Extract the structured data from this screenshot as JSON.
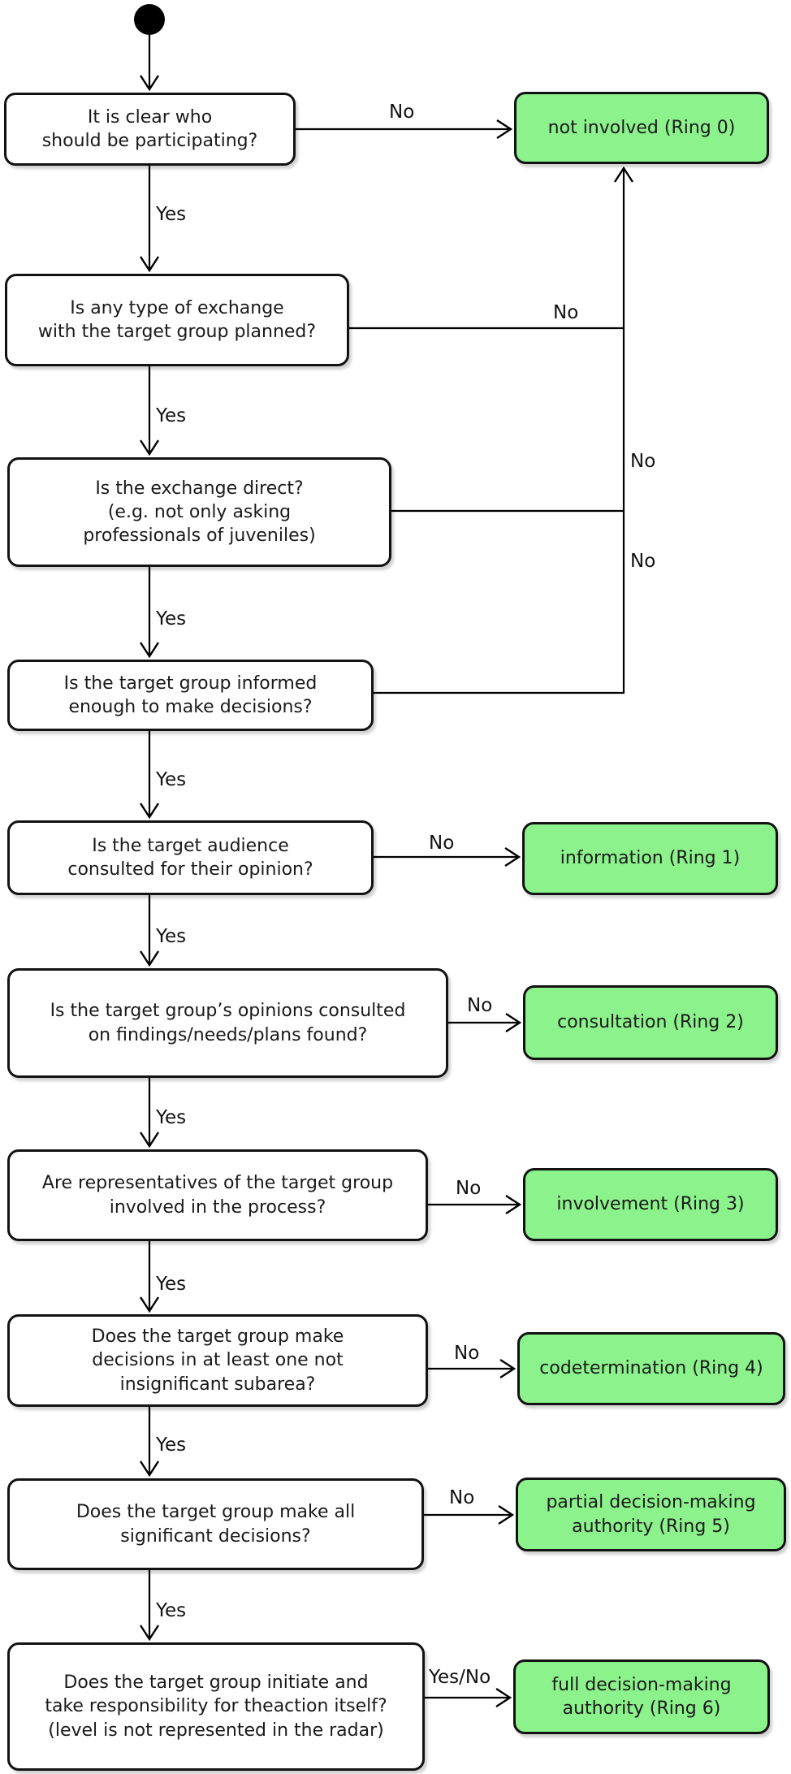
{
  "diagram": {
    "type": "activity-flowchart",
    "nodes": {
      "start": {
        "id": "start",
        "kind": "initial-node"
      },
      "questions": [
        {
          "id": "q1",
          "text": "It is clear who\nshould be participating?"
        },
        {
          "id": "q2",
          "text": "Is any type of exchange\nwith the target group planned?"
        },
        {
          "id": "q3",
          "text": "Is the exchange direct?\n(e.g. not only asking\nprofessionals of juveniles)"
        },
        {
          "id": "q4",
          "text": "Is the target group informed\nenough to make decisions?"
        },
        {
          "id": "q5",
          "text": "Is  the target audience\nconsulted for their opinion?"
        },
        {
          "id": "q6",
          "text": "Is the target group’s opinions consulted\non findings/needs/plans found?"
        },
        {
          "id": "q7",
          "text": "Are representatives of the target group\ninvolved in the process?"
        },
        {
          "id": "q8",
          "text": "Does the target group make\ndecisions in at least one not\ninsignificant subarea?"
        },
        {
          "id": "q9",
          "text": "Does the target group make all\nsignificant decisions?"
        },
        {
          "id": "q10",
          "text": "Does the target group initiate and\ntake responsibility for theaction itself?\n(level is not represented in the radar)"
        }
      ],
      "outcomes": [
        {
          "id": "ring0",
          "text": "not involved (Ring 0)"
        },
        {
          "id": "ring1",
          "text": "information (Ring 1)"
        },
        {
          "id": "ring2",
          "text": "consultation (Ring 2)"
        },
        {
          "id": "ring3",
          "text": "involvement (Ring 3)"
        },
        {
          "id": "ring4",
          "text": "codetermination (Ring 4)"
        },
        {
          "id": "ring5",
          "text": "partial decision-making\nauthority (Ring 5)"
        },
        {
          "id": "ring6",
          "text": "full decision-making\nauthority (Ring 6)"
        }
      ]
    },
    "edges": [
      {
        "from": "start",
        "to": "q1",
        "label": ""
      },
      {
        "from": "q1",
        "to": "ring0",
        "label": "No"
      },
      {
        "from": "q1",
        "to": "q2",
        "label": "Yes"
      },
      {
        "from": "q2",
        "to": "ring0",
        "label": "No"
      },
      {
        "from": "q2",
        "to": "q3",
        "label": "Yes"
      },
      {
        "from": "q3",
        "to": "ring0",
        "label": "No"
      },
      {
        "from": "q3",
        "to": "q4",
        "label": "Yes"
      },
      {
        "from": "q4",
        "to": "ring0",
        "label": "No"
      },
      {
        "from": "q4",
        "to": "q5",
        "label": "Yes"
      },
      {
        "from": "q5",
        "to": "ring1",
        "label": "No"
      },
      {
        "from": "q5",
        "to": "q6",
        "label": "Yes"
      },
      {
        "from": "q6",
        "to": "ring2",
        "label": "No"
      },
      {
        "from": "q6",
        "to": "q7",
        "label": "Yes"
      },
      {
        "from": "q7",
        "to": "ring3",
        "label": "No"
      },
      {
        "from": "q7",
        "to": "q8",
        "label": "Yes"
      },
      {
        "from": "q8",
        "to": "ring4",
        "label": "No"
      },
      {
        "from": "q8",
        "to": "q9",
        "label": "Yes"
      },
      {
        "from": "q9",
        "to": "ring5",
        "label": "No"
      },
      {
        "from": "q9",
        "to": "q10",
        "label": "Yes"
      },
      {
        "from": "q10",
        "to": "ring6",
        "label": "Yes/No"
      }
    ],
    "colors": {
      "outcome_fill": "#8cf28c",
      "question_fill": "#ffffff",
      "border": "#121212",
      "line": "#000000",
      "text": "#1a1a1a"
    }
  }
}
